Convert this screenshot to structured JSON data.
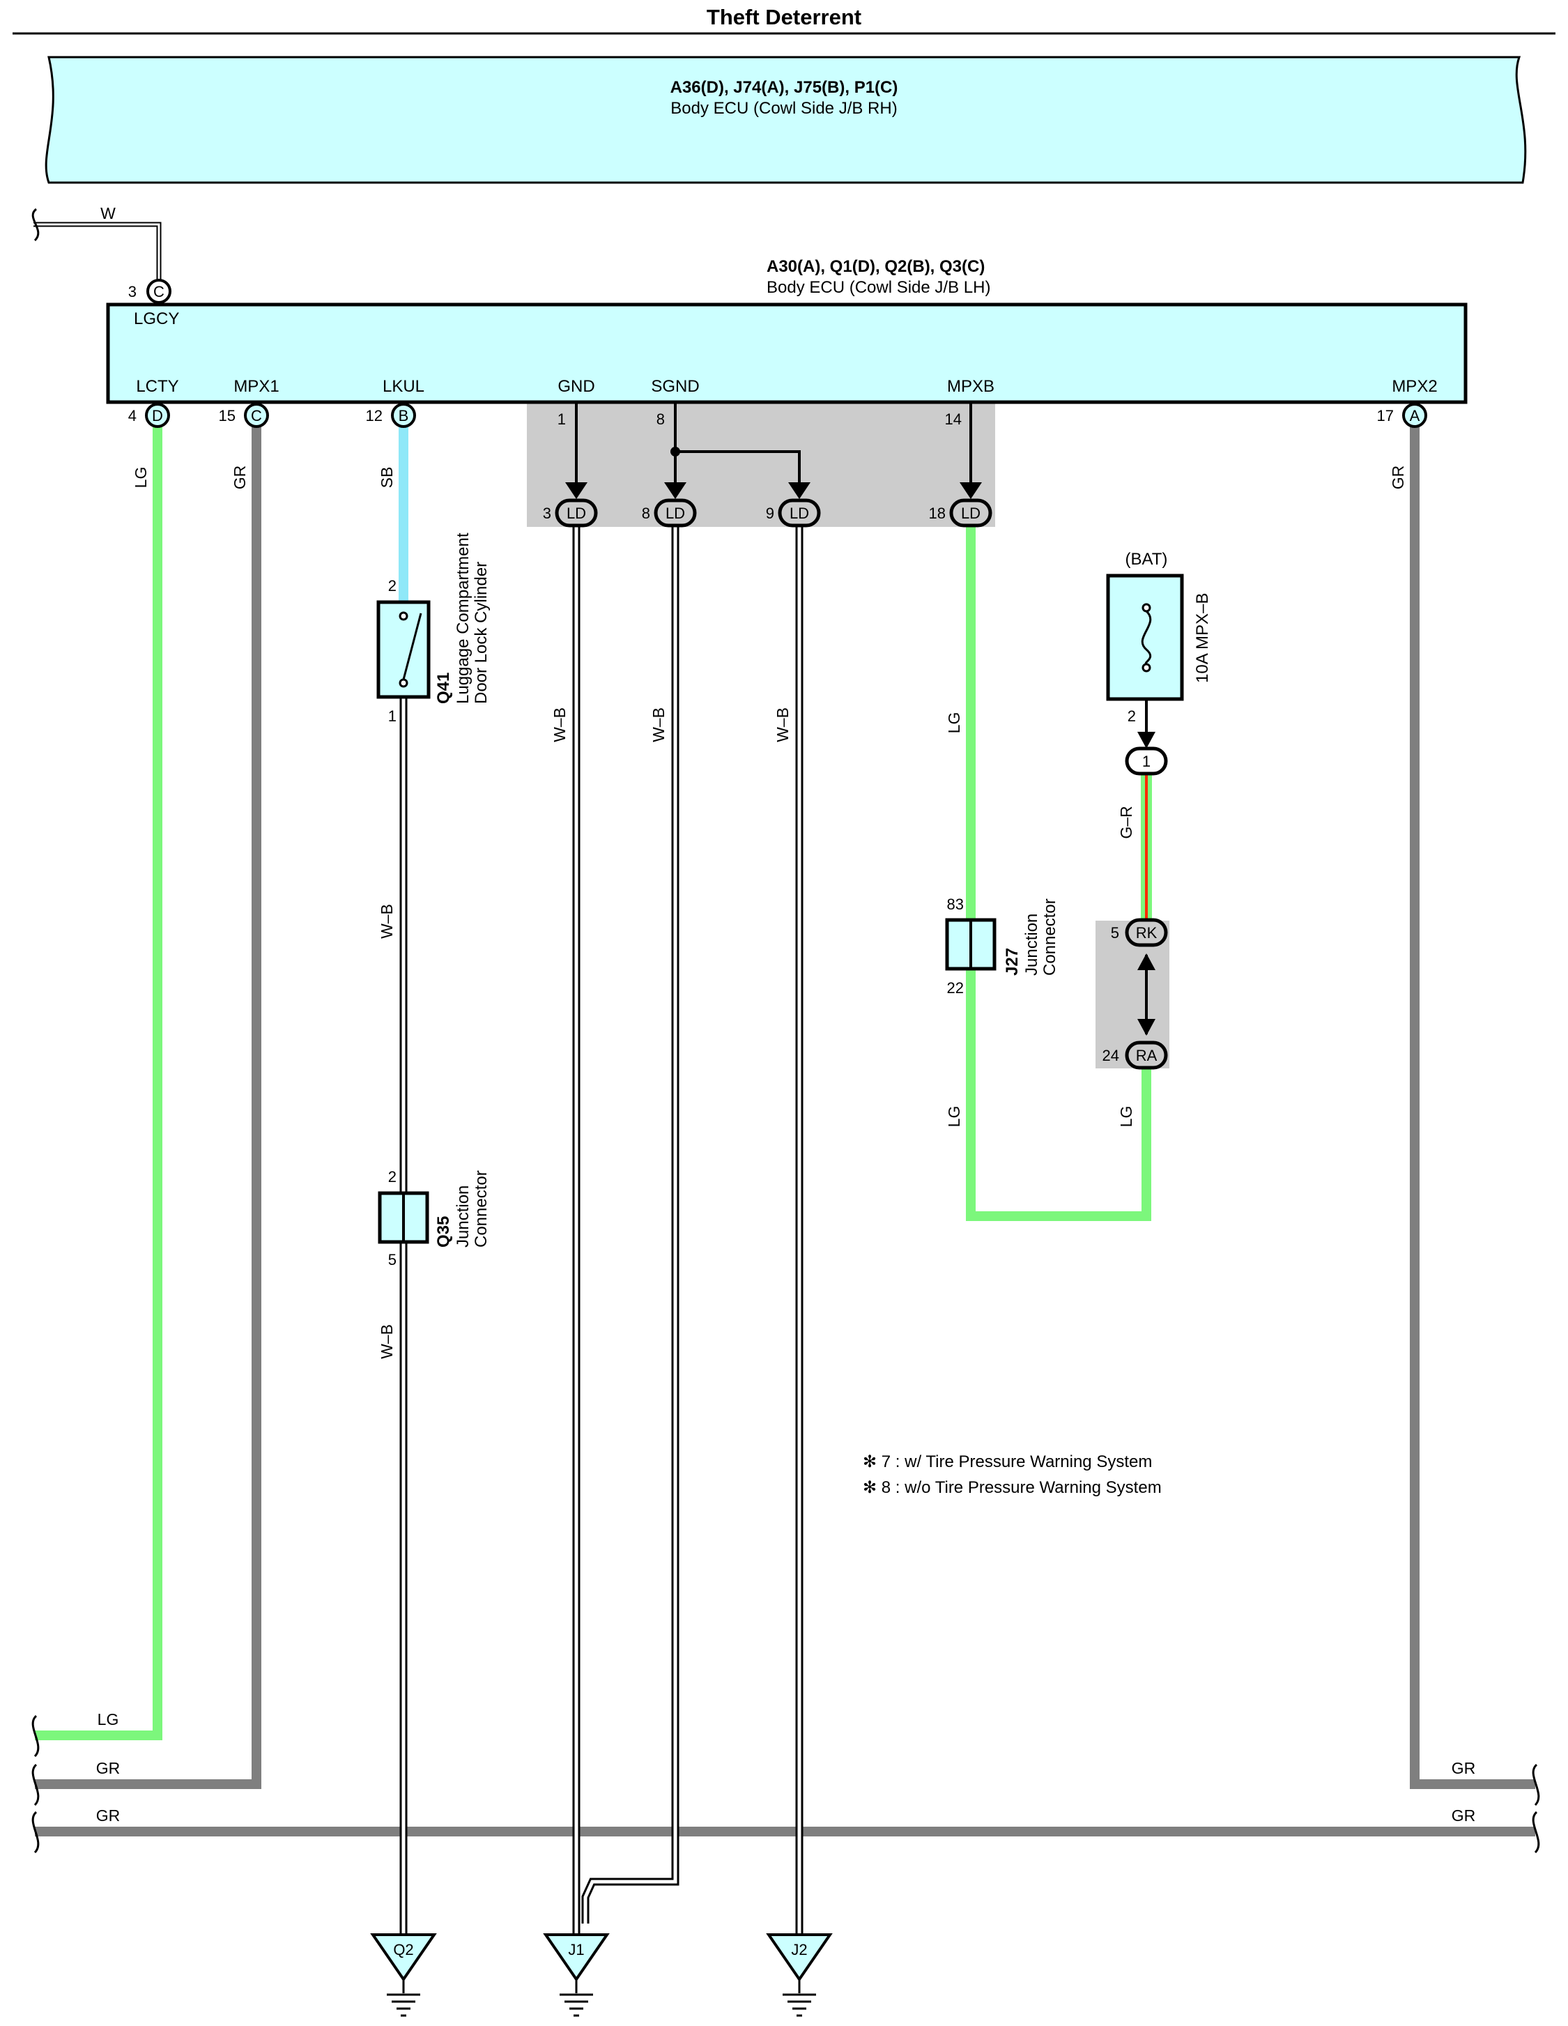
{
  "title": "Theft Deterrent",
  "top_ecu": {
    "codes": "A36(D), J74(A), J75(B), P1(C)",
    "name": "Body ECU (Cowl Side J/B RH)"
  },
  "main_ecu": {
    "codes": "A30(A), Q1(D), Q2(B), Q3(C)",
    "name": "Body ECU (Cowl Side J/B LH)",
    "lgcy_label": "LGCY",
    "lgcy_pin": "3",
    "lgcy_connector": "C",
    "lgcy_wire": "W",
    "pins": [
      {
        "label": "LCTY",
        "pin": "4",
        "connector": "D"
      },
      {
        "label": "MPX1",
        "pin": "15",
        "connector": "C"
      },
      {
        "label": "LKUL",
        "pin": "12",
        "connector": "B"
      },
      {
        "label": "GND",
        "pin": "1"
      },
      {
        "label": "SGND",
        "pin": "8"
      },
      {
        "label": "MPXB",
        "pin": "14"
      },
      {
        "label": "MPX2",
        "pin": "17",
        "connector": "A"
      }
    ]
  },
  "ld_connectors": [
    {
      "pin": "3",
      "code": "LD"
    },
    {
      "pin": "8",
      "code": "LD"
    },
    {
      "pin": "9",
      "code": "LD"
    },
    {
      "pin": "18",
      "code": "LD"
    }
  ],
  "wires": {
    "lcty": "LG",
    "mpx1": "GR",
    "lkul": "SB",
    "mpx2": "GR",
    "wb": "W–B",
    "mpxb": "LG",
    "gr_wire": "G–R",
    "ra_out": "LG"
  },
  "q41": {
    "code": "Q41",
    "name_line1": "Luggage Compartment",
    "name_line2": "Door Lock Cylinder",
    "pin_top": "2",
    "pin_bottom": "1"
  },
  "q35": {
    "code": "Q35",
    "name_line1": "Junction",
    "name_line2": "Connector",
    "pin_top": "2",
    "pin_bottom": "5"
  },
  "j27": {
    "code": "J27",
    "name_line1": "Junction",
    "name_line2": "Connector",
    "pin_top": "83",
    "pin_bottom": "22"
  },
  "fuse": {
    "source": "(BAT)",
    "name": "10A MPX–B",
    "pin": "2",
    "connector_pin": "1"
  },
  "rk_ra": {
    "rk_pin": "5",
    "rk_code": "RK",
    "ra_pin": "24",
    "ra_code": "RA"
  },
  "bottom_wires": {
    "left_lg": "LG",
    "left_gr1": "GR",
    "left_gr2": "GR",
    "right_gr1": "GR",
    "right_gr2": "GR"
  },
  "grounds": [
    "Q2",
    "J1",
    "J2"
  ],
  "notes": [
    "✻ 7 : w/ Tire Pressure Warning System",
    "✻ 8 : w/o Tire Pressure Warning System"
  ],
  "colors": {
    "ecu_fill": "#ccffff",
    "lg": "#7cf77c",
    "gr": "#7f7f7f",
    "sb": "#8fe8f8",
    "red": "#ff2a00",
    "shade": "#cccccc"
  }
}
